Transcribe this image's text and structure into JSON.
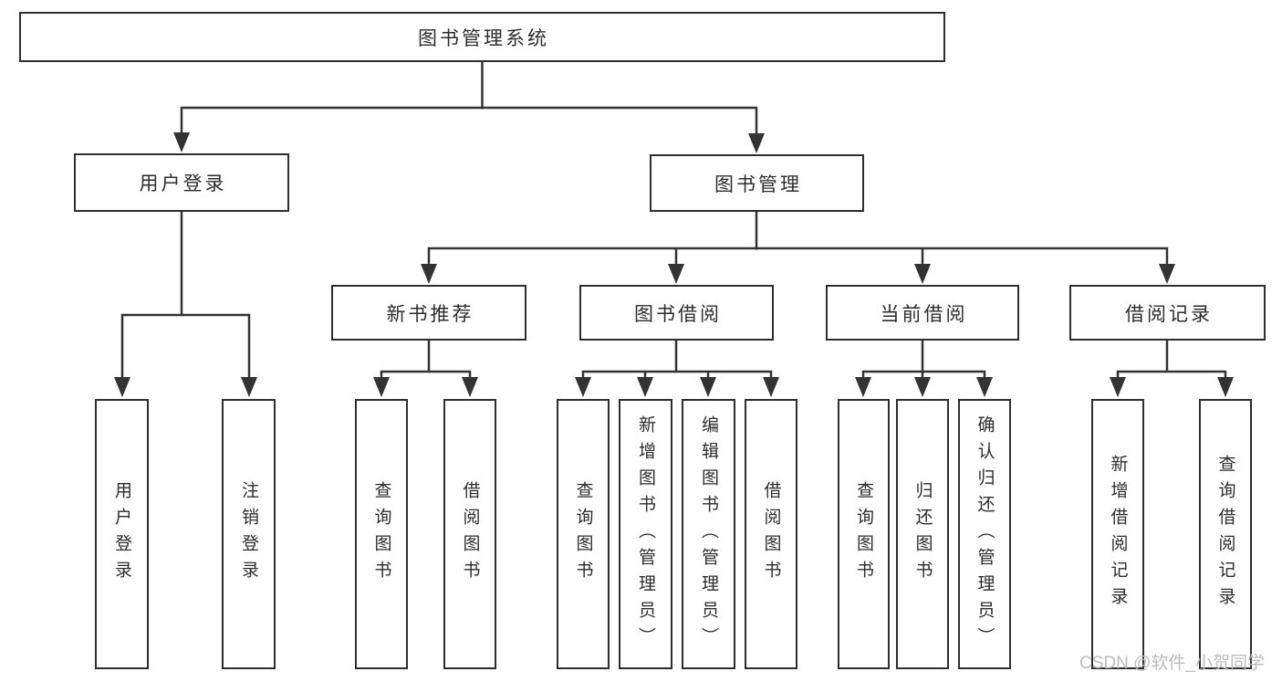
{
  "diagram": {
    "root": {
      "label": "图书管理系统"
    },
    "branches": [
      {
        "label": "用户登录",
        "children": [
          {
            "label": "用户登录"
          },
          {
            "label": "注销登录"
          }
        ]
      },
      {
        "label": "图书管理",
        "children": [
          {
            "label": "新书推荐",
            "children": [
              {
                "label": "查询图书"
              },
              {
                "label": "借阅图书"
              }
            ]
          },
          {
            "label": "图书借阅",
            "children": [
              {
                "label": "查询图书"
              },
              {
                "label": "新增图书（管理员）"
              },
              {
                "label": "编辑图书（管理员）"
              },
              {
                "label": "借阅图书"
              }
            ]
          },
          {
            "label": "当前借阅",
            "children": [
              {
                "label": "查询图书"
              },
              {
                "label": "归还图书"
              },
              {
                "label": "确认归还（管理员）"
              }
            ]
          },
          {
            "label": "借阅记录",
            "children": [
              {
                "label": "新增借阅记录"
              },
              {
                "label": "查询借阅记录"
              }
            ]
          }
        ]
      }
    ]
  },
  "watermark": {
    "text": "CSDN @软件_小贺同学"
  },
  "colors": {
    "line": "#333333",
    "text": "#2d2d2d",
    "watermark": "#bcbcbc",
    "background": "#ffffff"
  }
}
